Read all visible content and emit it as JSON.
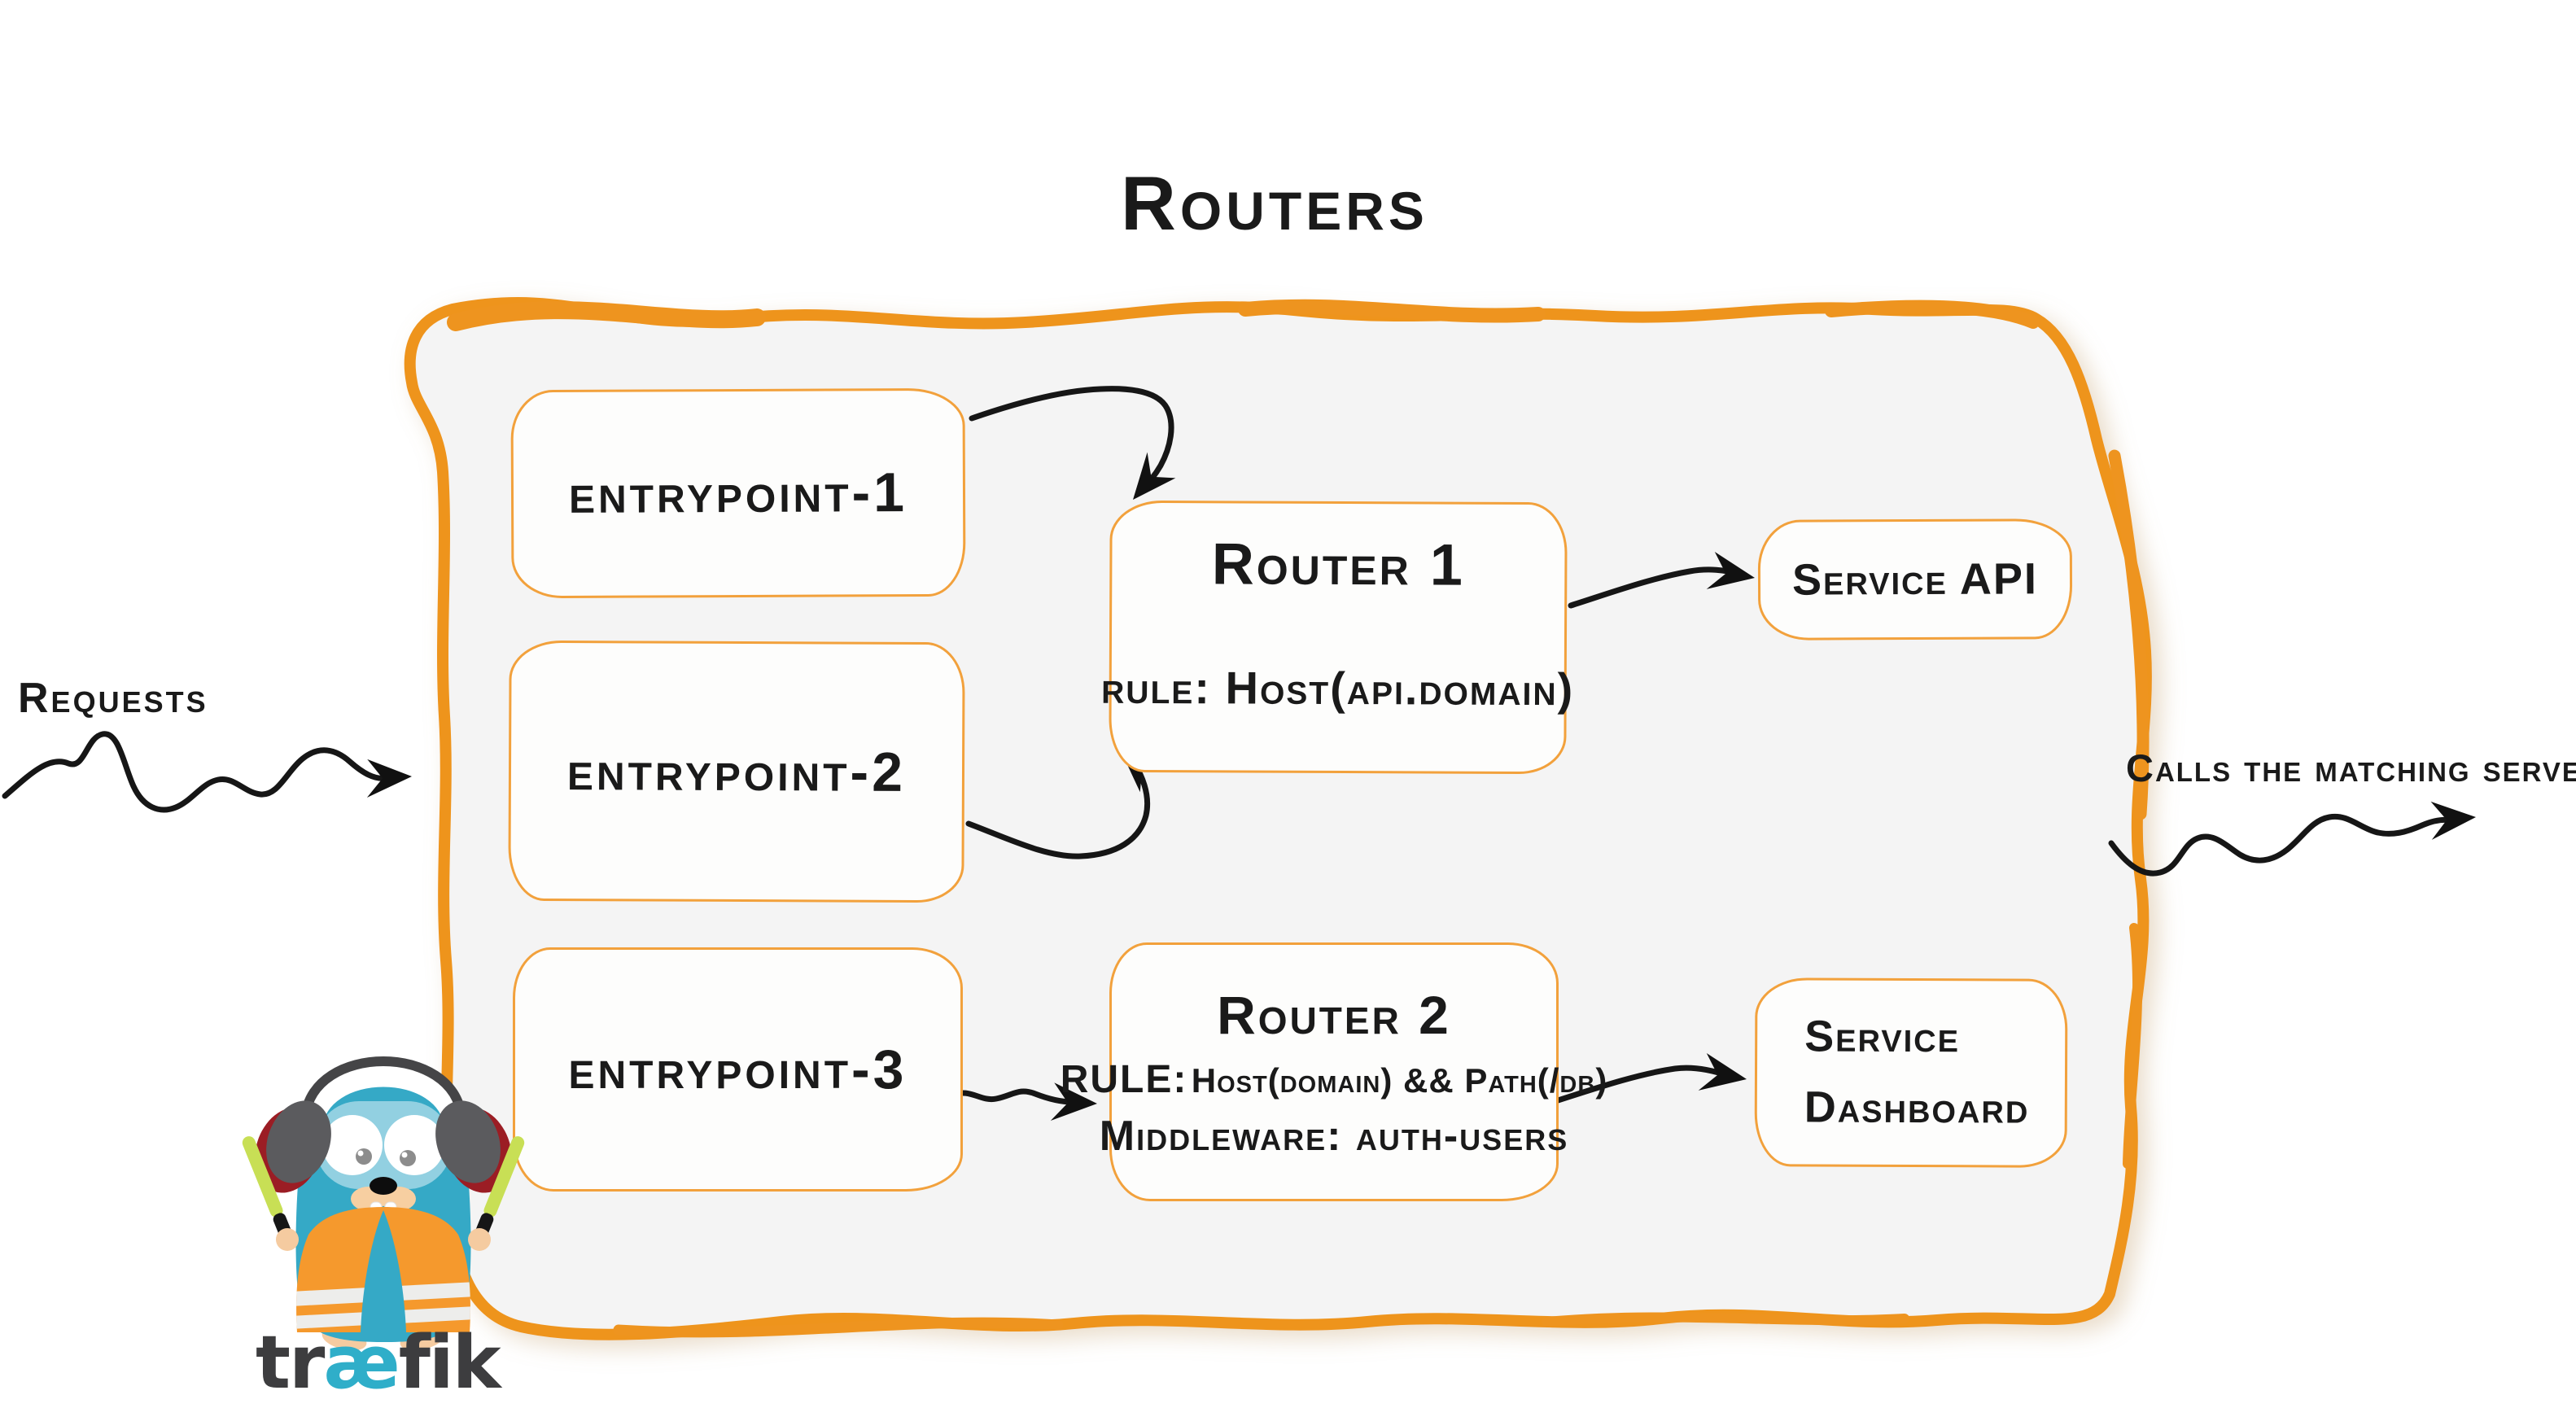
{
  "diagram_title": "Routers",
  "left_label": {
    "text": "Requests"
  },
  "right_label": {
    "text": "Calls the matching server"
  },
  "container": {
    "entrypoints": [
      {
        "label": "entrypoint-1"
      },
      {
        "label": "entrypoint-2"
      },
      {
        "label": "entrypoint-3"
      }
    ],
    "routers": [
      {
        "name": "Router 1",
        "rule": "rule: Host(api.domain)"
      },
      {
        "name": "Router 2",
        "rule_label": "RULE:",
        "rule_value": "Host(domain) && Path(/db)",
        "middleware": "Middleware: auth-users"
      }
    ],
    "services": [
      {
        "label": "Service API"
      },
      {
        "label_line1": "Service",
        "label_line2": "Dashboard"
      }
    ]
  },
  "logo": {
    "mascot_icon": "traefik-gopher-mascot",
    "wordmark": {
      "pre": "tr",
      "ae": "æ",
      "post": "fik"
    }
  },
  "colors": {
    "panel_border_orange": "#EE941F",
    "box_border_orange": "#F2A13C",
    "panel_fill": "#F4F4F4",
    "ink": "#1A1A1A",
    "mascot_blue": "#35A9C6",
    "vest_orange": "#F5992D",
    "wand_green": "#C8DF55",
    "wordmark_gray": "#3D3D3F",
    "wordmark_blue": "#2FAEC9"
  }
}
